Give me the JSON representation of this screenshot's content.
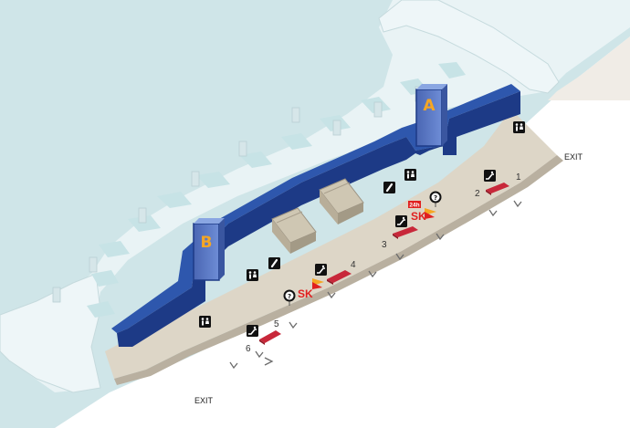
{
  "colors": {
    "water": "#cfe5e8",
    "pier": "#e9f3f5",
    "pier_window": "#c7e3e6",
    "land": "#f0ece6",
    "floor": "#ddd6c7",
    "wall": "#1d3a86",
    "wall_top": "#2e57ad",
    "gate_sign": "#5b79c4",
    "gate_letter": "#f5a623",
    "escalator": "#c8283a",
    "sk_red": "#e02020"
  },
  "gates": [
    {
      "label": "A"
    },
    {
      "label": "B"
    }
  ],
  "exits": [
    {
      "label": "EXIT"
    },
    {
      "label": "EXIT"
    }
  ],
  "escalators": [
    {
      "number": "1"
    },
    {
      "number": "2"
    },
    {
      "number": "3"
    },
    {
      "number": "4"
    },
    {
      "number": "5"
    },
    {
      "number": "6"
    }
  ],
  "sk_labels": [
    {
      "text": "SK",
      "badge": "24h"
    },
    {
      "text": "SK",
      "badge": ""
    }
  ],
  "icons": [
    "restroom-icon",
    "escalator-icon",
    "information-icon",
    "phone-icon",
    "stairs-icon",
    "arrow-exit-icon"
  ]
}
